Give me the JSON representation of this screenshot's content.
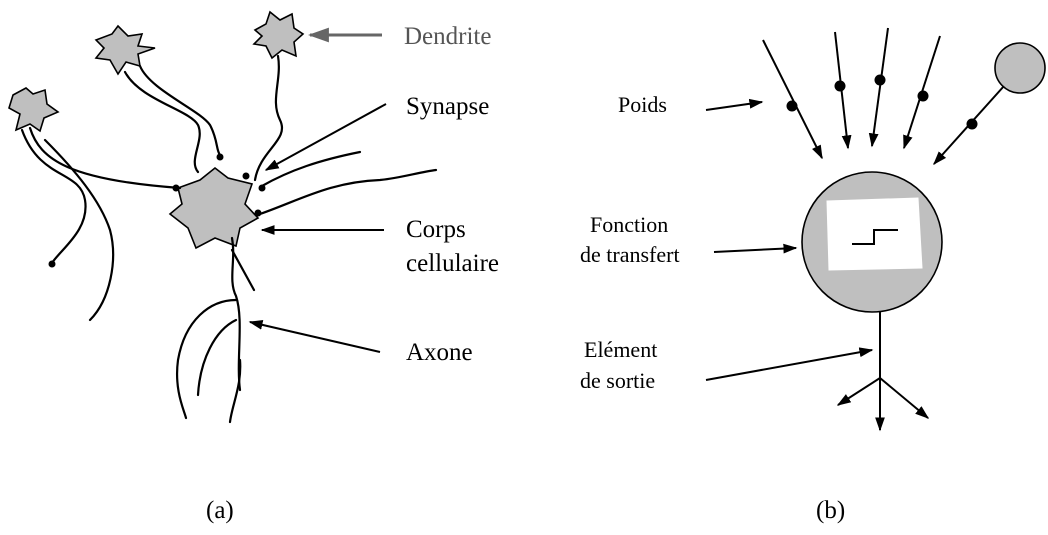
{
  "labels": {
    "dendrite": "Dendrite",
    "synapse": "Synapse",
    "corps_line1": "Corps",
    "corps_line2": "cellulaire",
    "axone": "Axone",
    "poids": "Poids",
    "fonction_line1": "Fonction",
    "fonction_line2": "de transfert",
    "element_line1": "Elément",
    "element_line2": "de sortie"
  },
  "captions": {
    "a": "(a)",
    "b": "(b)"
  },
  "colors": {
    "cell_fill": "#bfbfbf",
    "dendrite_label": "#555555",
    "dendrite_arrow": "#666666",
    "stroke": "#000000",
    "background": "#ffffff"
  }
}
